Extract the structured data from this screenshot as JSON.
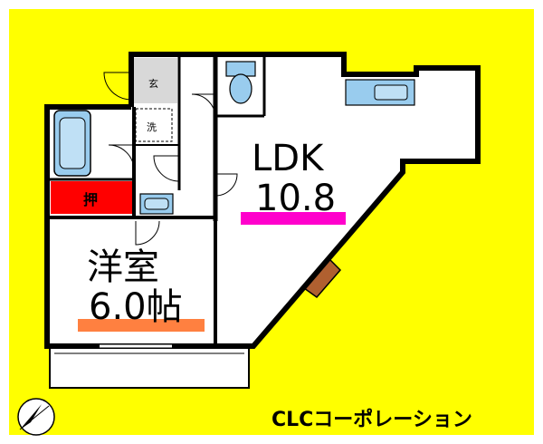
{
  "rooms": {
    "ldk": {
      "name": "LDK",
      "size": "10.8"
    },
    "western": {
      "name": "洋室",
      "size": "6.0帖"
    },
    "closet": {
      "name": "押"
    },
    "entrance": {
      "name": "玄"
    },
    "washer": {
      "name": "洗"
    }
  },
  "company": "CLCコーポレーション",
  "colors": {
    "background": "#ffff00",
    "wall": "#000000",
    "closet": "#ff0000",
    "ldk_bar": "#ff00cc",
    "western_bar": "#ff8040",
    "fixture": "#99ccee",
    "window_bay": "#b06030",
    "entrance_floor": "#d8d8d8"
  },
  "icons": {
    "compass": "compass-north-arrow-icon"
  }
}
